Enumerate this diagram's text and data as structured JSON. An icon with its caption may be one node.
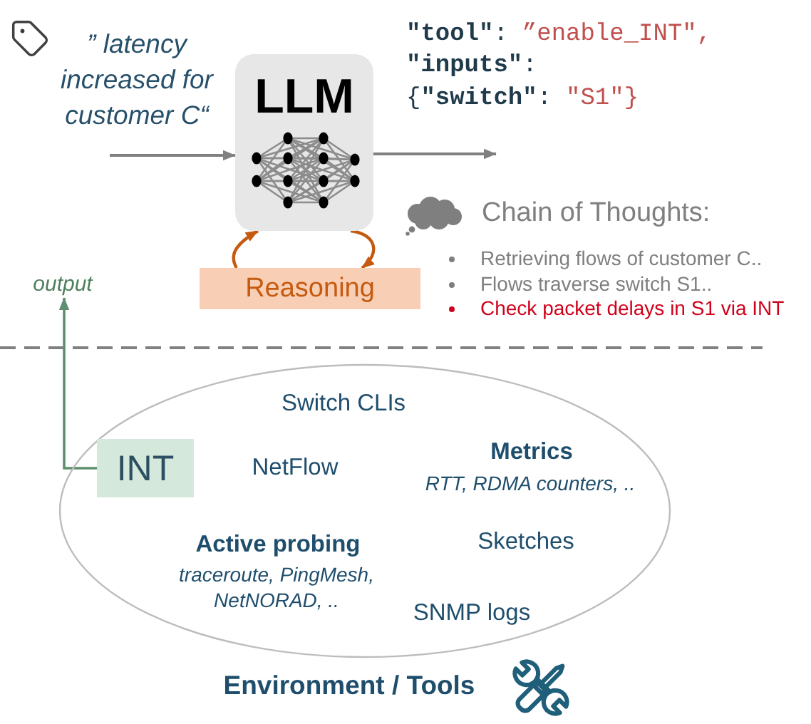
{
  "diagram": {
    "nodes": [
      {
        "text": [
          "LLM"
        ]
      },
      {
        "text": [
          "Reasoning"
        ]
      },
      {
        "text": [
          "output"
        ]
      },
      {
        "text": [
          "Switch CLIs",
          "NetFlow",
          "Metrics",
          "RTT, RDMA counters, ..",
          "Active probing",
          "traceroute, PingMesh, NetNORAD, ..",
          "Sketches",
          "SNMP logs",
          "Environment / Tools"
        ]
      },
      {
        "text": [
          "INT"
        ],
        "in": 3
      }
    ],
    "edges": [
      {
        "from": null,
        "to": 0,
        "arrow": "to"
      },
      {
        "from": 0,
        "to": null,
        "arrow": "to"
      },
      {
        "from": 1,
        "to": 0,
        "arrow": "to",
        "color": "#c55a11"
      },
      {
        "from": 0,
        "to": 1,
        "arrow": "to",
        "color": "#c55a11"
      },
      {
        "from": 4,
        "to": 2,
        "arrow": "to",
        "color": "#5e8f6e"
      }
    ],
    "labels": [
      "” latency increased for customer C“",
      "**\"tool\"**:",
      "”enable_INT\",",
      "**\"inputs\"**:",
      "{**\"switch\"**:",
      "\"S1\"}",
      "Chain of Thoughts:",
      "Retrieving flows of customer C..",
      "Flows traverse switch S1..",
      "Check packet delays in S1 via INT"
    ]
  }
}
